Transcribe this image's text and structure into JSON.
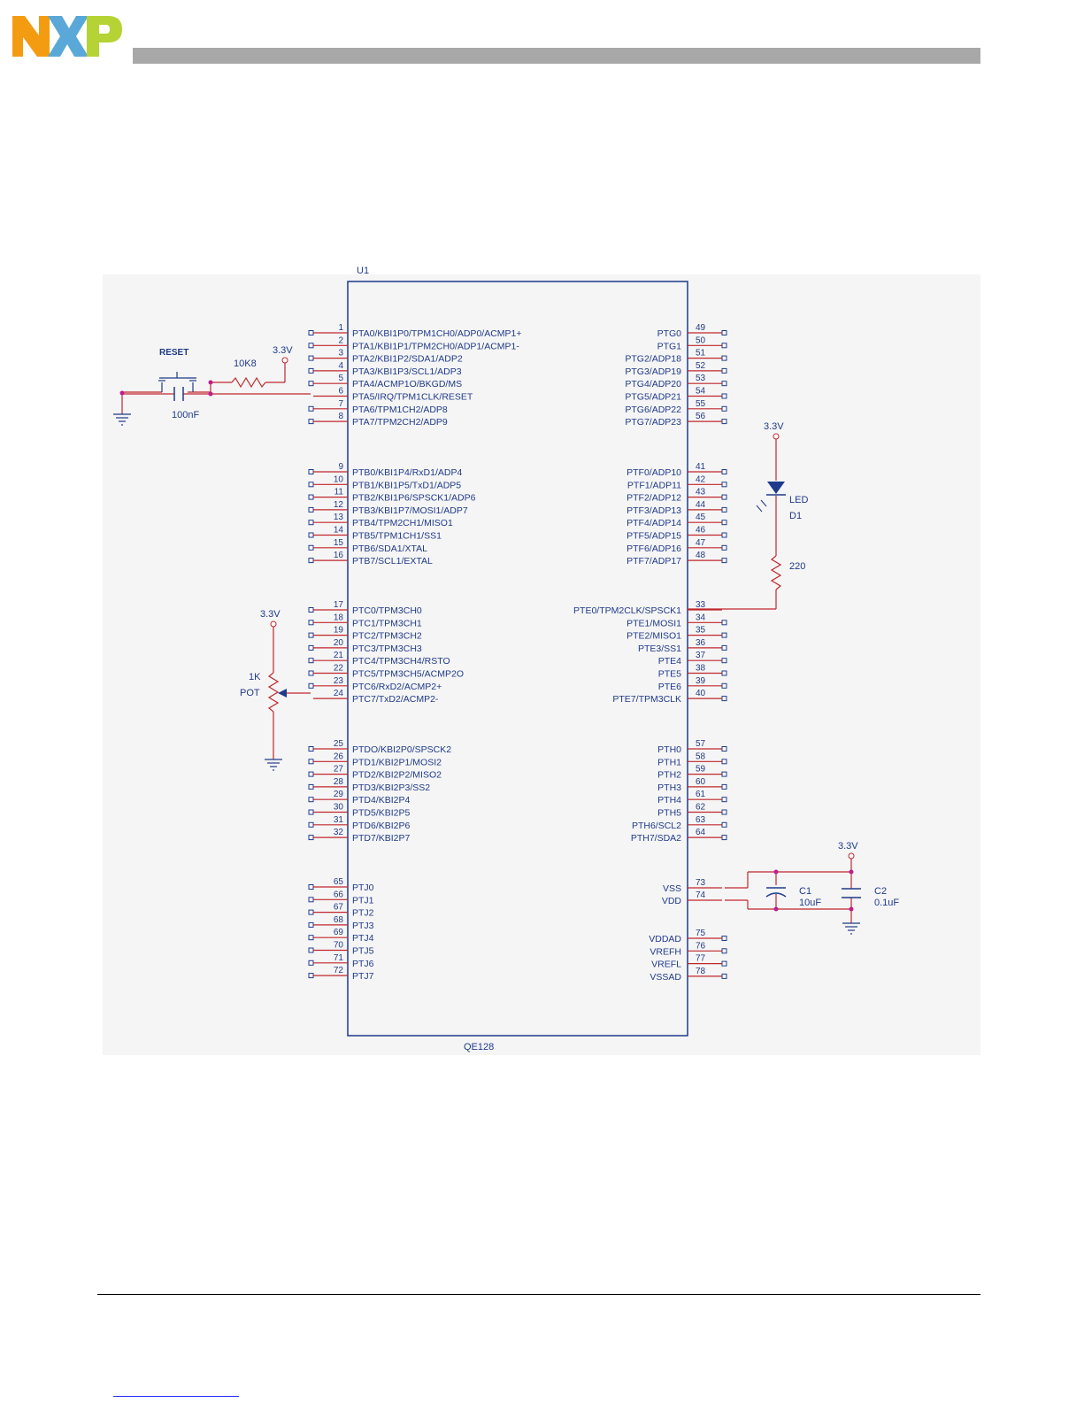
{
  "chart_data": {
    "type": "schematic",
    "part": {
      "ref": "U1",
      "value": "QE128"
    },
    "left_pins": [
      {
        "num": "1",
        "name": "PTA0/KBI1P0/TPM1CH0/ADP0/ACMP1+"
      },
      {
        "num": "2",
        "name": "PTA1/KBI1P1/TPM2CH0/ADP1/ACMP1-"
      },
      {
        "num": "3",
        "name": "PTA2/KBI1P2/SDA1/ADP2"
      },
      {
        "num": "4",
        "name": "PTA3/KBI1P3/SCL1/ADP3"
      },
      {
        "num": "5",
        "name": "PTA4/ACMP1O/BKGD/MS"
      },
      {
        "num": "6",
        "name": "PTA5/IRQ/TPM1CLK/RESET"
      },
      {
        "num": "7",
        "name": "PTA6/TPM1CH2/ADP8"
      },
      {
        "num": "8",
        "name": "PTA7/TPM2CH2/ADP9"
      },
      {
        "num": "9",
        "name": "PTB0/KBI1P4/RxD1/ADP4"
      },
      {
        "num": "10",
        "name": "PTB1/KBI1P5/TxD1/ADP5"
      },
      {
        "num": "11",
        "name": "PTB2/KBI1P6/SPSCK1/ADP6"
      },
      {
        "num": "12",
        "name": "PTB3/KBI1P7/MOSI1/ADP7"
      },
      {
        "num": "13",
        "name": "PTB4/TPM2CH1/MISO1"
      },
      {
        "num": "14",
        "name": "PTB5/TPM1CH1/SS1"
      },
      {
        "num": "15",
        "name": "PTB6/SDA1/XTAL"
      },
      {
        "num": "16",
        "name": "PTB7/SCL1/EXTAL"
      },
      {
        "num": "17",
        "name": "PTC0/TPM3CH0"
      },
      {
        "num": "18",
        "name": "PTC1/TPM3CH1"
      },
      {
        "num": "19",
        "name": "PTC2/TPM3CH2"
      },
      {
        "num": "20",
        "name": "PTC3/TPM3CH3"
      },
      {
        "num": "21",
        "name": "PTC4/TPM3CH4/RSTO"
      },
      {
        "num": "22",
        "name": "PTC5/TPM3CH5/ACMP2O"
      },
      {
        "num": "23",
        "name": "PTC6/RxD2/ACMP2+"
      },
      {
        "num": "24",
        "name": "PTC7/TxD2/ACMP2-"
      },
      {
        "num": "25",
        "name": "PTDO/KBI2P0/SPSCK2"
      },
      {
        "num": "26",
        "name": "PTD1/KBI2P1/MOSI2"
      },
      {
        "num": "27",
        "name": "PTD2/KBI2P2/MISO2"
      },
      {
        "num": "28",
        "name": "PTD3/KBI2P3/SS2"
      },
      {
        "num": "29",
        "name": "PTD4/KBI2P4"
      },
      {
        "num": "30",
        "name": "PTD5/KBI2P5"
      },
      {
        "num": "31",
        "name": "PTD6/KBI2P6"
      },
      {
        "num": "32",
        "name": "PTD7/KBI2P7"
      },
      {
        "num": "65",
        "name": "PTJ0"
      },
      {
        "num": "66",
        "name": "PTJ1"
      },
      {
        "num": "67",
        "name": "PTJ2"
      },
      {
        "num": "68",
        "name": "PTJ3"
      },
      {
        "num": "69",
        "name": "PTJ4"
      },
      {
        "num": "70",
        "name": "PTJ5"
      },
      {
        "num": "71",
        "name": "PTJ6"
      },
      {
        "num": "72",
        "name": "PTJ7"
      }
    ],
    "right_pins": [
      {
        "num": "49",
        "name": "PTG0"
      },
      {
        "num": "50",
        "name": "PTG1"
      },
      {
        "num": "51",
        "name": "PTG2/ADP18"
      },
      {
        "num": "52",
        "name": "PTG3/ADP19"
      },
      {
        "num": "53",
        "name": "PTG4/ADP20"
      },
      {
        "num": "54",
        "name": "PTG5/ADP21"
      },
      {
        "num": "55",
        "name": "PTG6/ADP22"
      },
      {
        "num": "56",
        "name": "PTG7/ADP23"
      },
      {
        "num": "41",
        "name": "PTF0/ADP10"
      },
      {
        "num": "42",
        "name": "PTF1/ADP11"
      },
      {
        "num": "43",
        "name": "PTF2/ADP12"
      },
      {
        "num": "44",
        "name": "PTF3/ADP13"
      },
      {
        "num": "45",
        "name": "PTF4/ADP14"
      },
      {
        "num": "46",
        "name": "PTF5/ADP15"
      },
      {
        "num": "47",
        "name": "PTF6/ADP16"
      },
      {
        "num": "48",
        "name": "PTF7/ADP17"
      },
      {
        "num": "33",
        "name": "PTE0/TPM2CLK/SPSCK1"
      },
      {
        "num": "34",
        "name": "PTE1/MOSI1"
      },
      {
        "num": "35",
        "name": "PTE2/MISO1"
      },
      {
        "num": "36",
        "name": "PTE3/SS1"
      },
      {
        "num": "37",
        "name": "PTE4"
      },
      {
        "num": "38",
        "name": "PTE5"
      },
      {
        "num": "39",
        "name": "PTE6"
      },
      {
        "num": "40",
        "name": "PTE7/TPM3CLK"
      },
      {
        "num": "57",
        "name": "PTH0"
      },
      {
        "num": "58",
        "name": "PTH1"
      },
      {
        "num": "59",
        "name": "PTH2"
      },
      {
        "num": "60",
        "name": "PTH3"
      },
      {
        "num": "61",
        "name": "PTH4"
      },
      {
        "num": "62",
        "name": "PTH5"
      },
      {
        "num": "63",
        "name": "PTH6/SCL2"
      },
      {
        "num": "64",
        "name": "PTH7/SDA2"
      },
      {
        "num": "73",
        "name": "VSS"
      },
      {
        "num": "74",
        "name": "VDD"
      },
      {
        "num": "75",
        "name": "VDDAD"
      },
      {
        "num": "76",
        "name": "VREFH"
      },
      {
        "num": "77",
        "name": "VREFL"
      },
      {
        "num": "78",
        "name": "VSSAD"
      }
    ],
    "components": {
      "reset_switch": "RESET",
      "resistor_reset": "10K8",
      "cap_reset": "100nF",
      "supply": "3.3V",
      "led_label": "LED",
      "led_ref": "D1",
      "resistor_led": "220",
      "pot_value": "1K",
      "pot_label": "POT",
      "c1_ref": "C1",
      "c1_value": "10uF",
      "c2_ref": "C2",
      "c2_value": "0.1uF"
    }
  },
  "colors": {
    "wire": "#c0272d",
    "outline": "#1f3a8a",
    "text": "#1f3a8a",
    "junction": "#c21c8c",
    "header_bar": "#a8a8a8",
    "logo_orange": "#f39c12",
    "logo_blue": "#5aa8d8",
    "logo_green": "#b5d334"
  }
}
